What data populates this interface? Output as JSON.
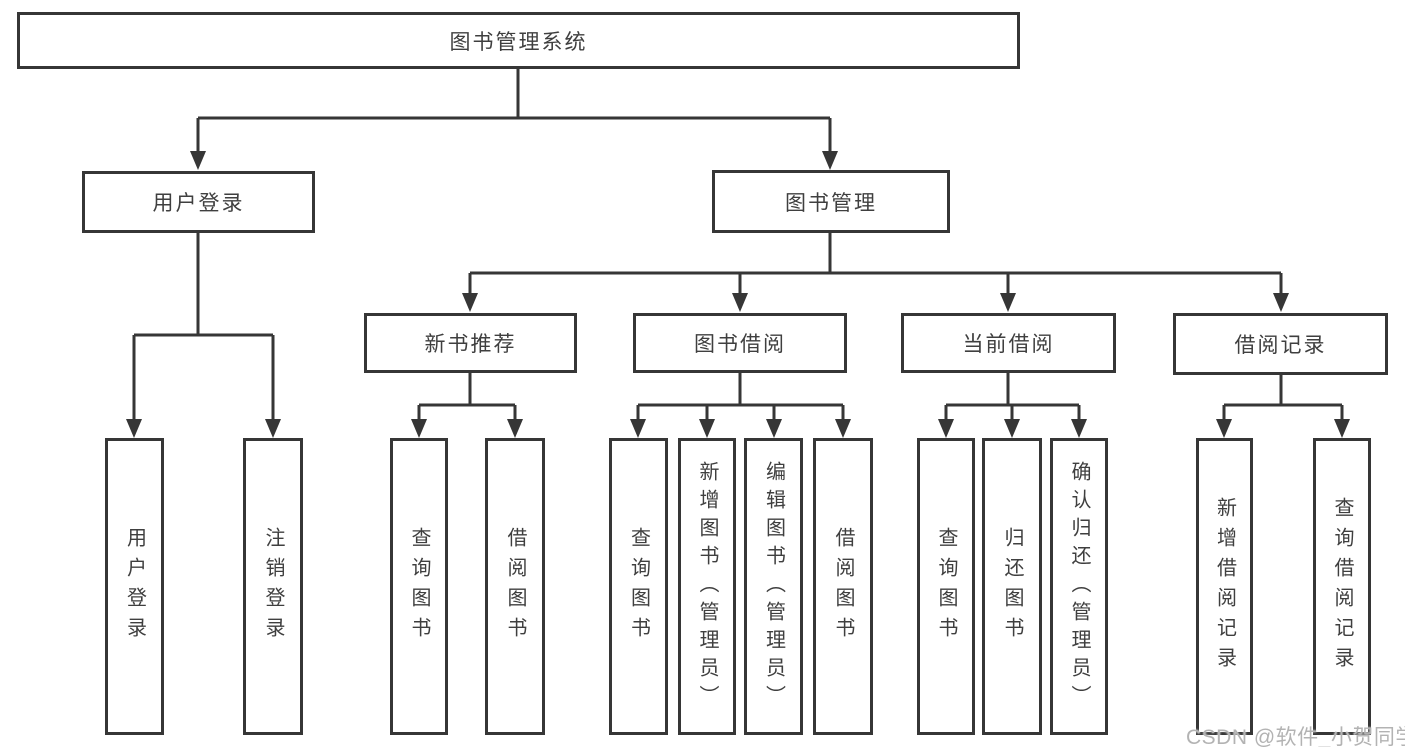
{
  "diagram": {
    "type": "hierarchy-tree",
    "root": {
      "label": "图书管理系统",
      "children": [
        {
          "label": "用户登录",
          "children": [
            {
              "label": "用户登录"
            },
            {
              "label": "注销登录"
            }
          ]
        },
        {
          "label": "图书管理",
          "children": [
            {
              "label": "新书推荐",
              "children": [
                {
                  "label": "查询图书"
                },
                {
                  "label": "借阅图书"
                }
              ]
            },
            {
              "label": "图书借阅",
              "children": [
                {
                  "label": "查询图书"
                },
                {
                  "label": "新增图书（管理员）"
                },
                {
                  "label": "编辑图书（管理员）"
                },
                {
                  "label": "借阅图书"
                }
              ]
            },
            {
              "label": "当前借阅",
              "children": [
                {
                  "label": "查询图书"
                },
                {
                  "label": "归还图书"
                },
                {
                  "label": "确认归还（管理员）"
                }
              ]
            },
            {
              "label": "借阅记录",
              "children": [
                {
                  "label": "新增借阅记录"
                },
                {
                  "label": "查询借阅记录"
                }
              ]
            }
          ]
        }
      ]
    },
    "colors": {
      "line": "#363636",
      "text": "#3f3f3f",
      "box_background": "#ffffff",
      "watermark": "#b3b3b3"
    }
  },
  "watermark": {
    "text": "CSDN @软件_小贺同学"
  }
}
